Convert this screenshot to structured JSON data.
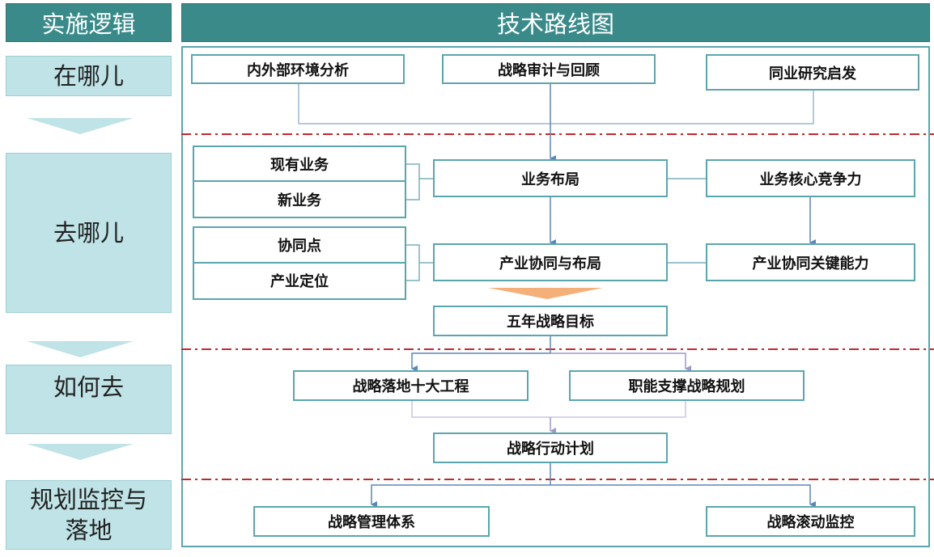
{
  "headers": {
    "logic": "实施逻辑",
    "roadmap": "技术路线图"
  },
  "stages": [
    "在哪儿",
    "去哪儿",
    "如何去",
    "规划监控与落地"
  ],
  "boxes": {
    "env_analysis": "内外部环境分析",
    "strategy_audit": "战略审计与回顾",
    "peer_research": "同业研究启发",
    "existing_business": "现有业务",
    "new_business": "新业务",
    "business_layout": "业务布局",
    "core_competitiveness": "业务核心竞争力",
    "synergy_points": "协同点",
    "industry_positioning": "产业定位",
    "industry_synergy_layout": "产业协同与布局",
    "industry_key_capability": "产业协同关键能力",
    "five_year_goal": "五年战略目标",
    "ten_projects": "战略落地十大工程",
    "functional_support": "职能支撑战略规划",
    "action_plan": "战略行动计划",
    "management_system": "战略管理体系",
    "rolling_monitoring": "战略滚动监控"
  },
  "colors": {
    "header_bg": "#3a8a8a",
    "stage_bg": "#bfe3e6",
    "box_border": "#5aa6ad",
    "arrow_blue": "#5b86b8",
    "arrow_purple": "#9e98cc",
    "divider_red": "#c0282d",
    "orange_triangle": "#f5b07a"
  }
}
